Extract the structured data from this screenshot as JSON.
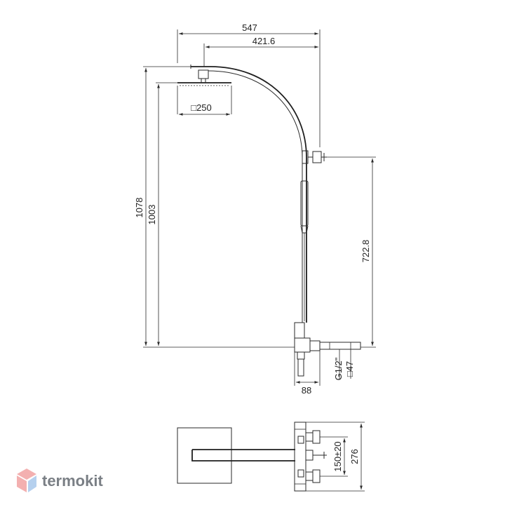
{
  "dimensions": {
    "total_width": "547",
    "arm_reach": "421.6",
    "head_size": "□250",
    "total_height": "1078",
    "head_height": "1003",
    "holder_height": "722.8",
    "thread": "G1/2\"",
    "square_47": "□47",
    "depth_88": "88",
    "spacing": "150±20",
    "body_height": "276"
  },
  "logo": {
    "text": "termokit",
    "color": "#7a7f85",
    "icon_colors": [
      "#f2a3a3",
      "#a9c8ec"
    ]
  }
}
